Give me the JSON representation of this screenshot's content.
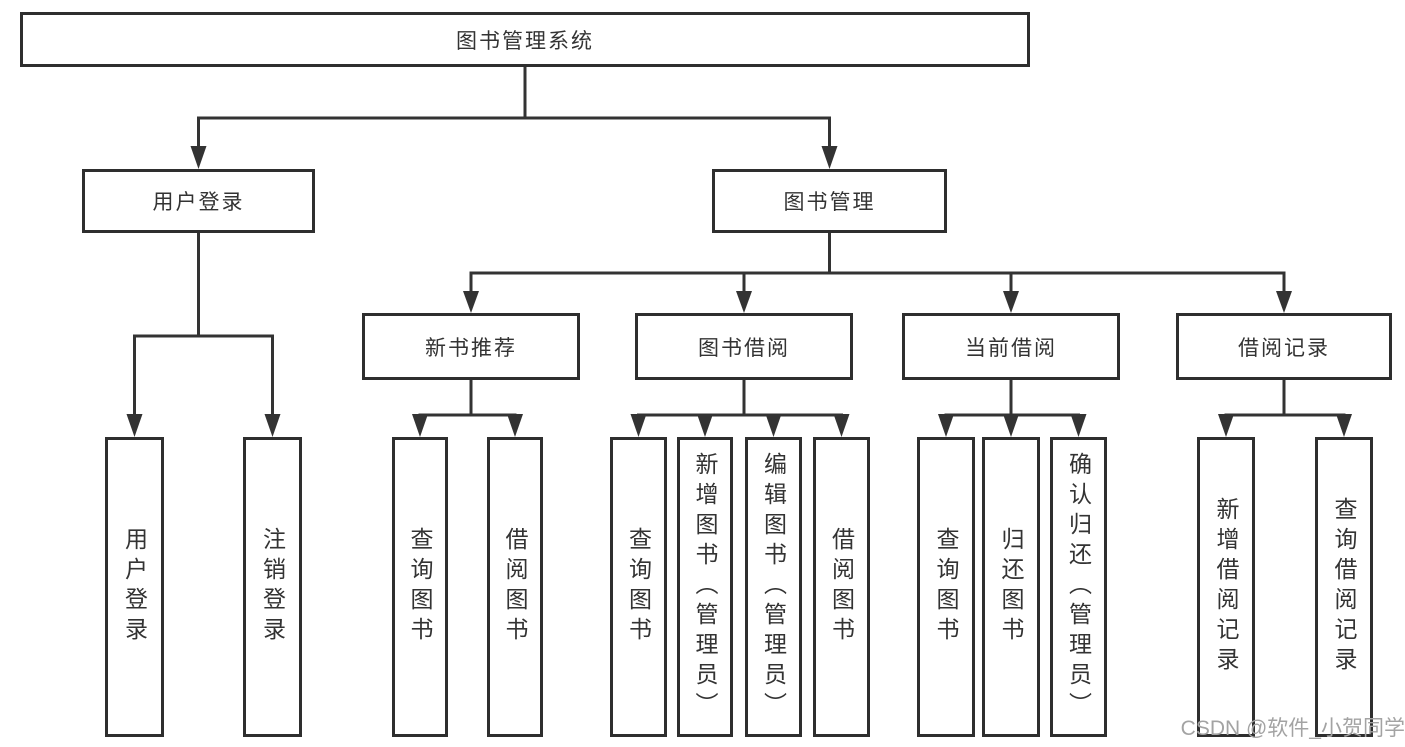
{
  "diagram": {
    "root": {
      "label": "图书管理系统"
    },
    "level2": {
      "user_login": {
        "label": "用户登录"
      },
      "book_management": {
        "label": "图书管理"
      }
    },
    "level3": {
      "new_books": {
        "label": "新书推荐"
      },
      "book_borrowing": {
        "label": "图书借阅"
      },
      "current_borrowing": {
        "label": "当前借阅"
      },
      "borrowing_records": {
        "label": "借阅记录"
      }
    },
    "leaves": {
      "user_login": [
        "用户登录",
        "注销登录"
      ],
      "new_books": [
        "查询图书",
        "借阅图书"
      ],
      "book_borrowing": [
        "查询图书",
        "新增图书（管理员）",
        "编辑图书（管理员）",
        "借阅图书"
      ],
      "current_borrowing": [
        "查询图书",
        "归还图书",
        "确认归还（管理员）"
      ],
      "borrowing_records": [
        "新增借阅记录",
        "查询借阅记录"
      ]
    }
  },
  "watermark": "CSDN @软件_小贺同学",
  "colors": {
    "line": "#333333",
    "border": "#2e2e2e",
    "text": "#333333",
    "background": "#ffffff",
    "watermark": "#a3a3a3"
  }
}
